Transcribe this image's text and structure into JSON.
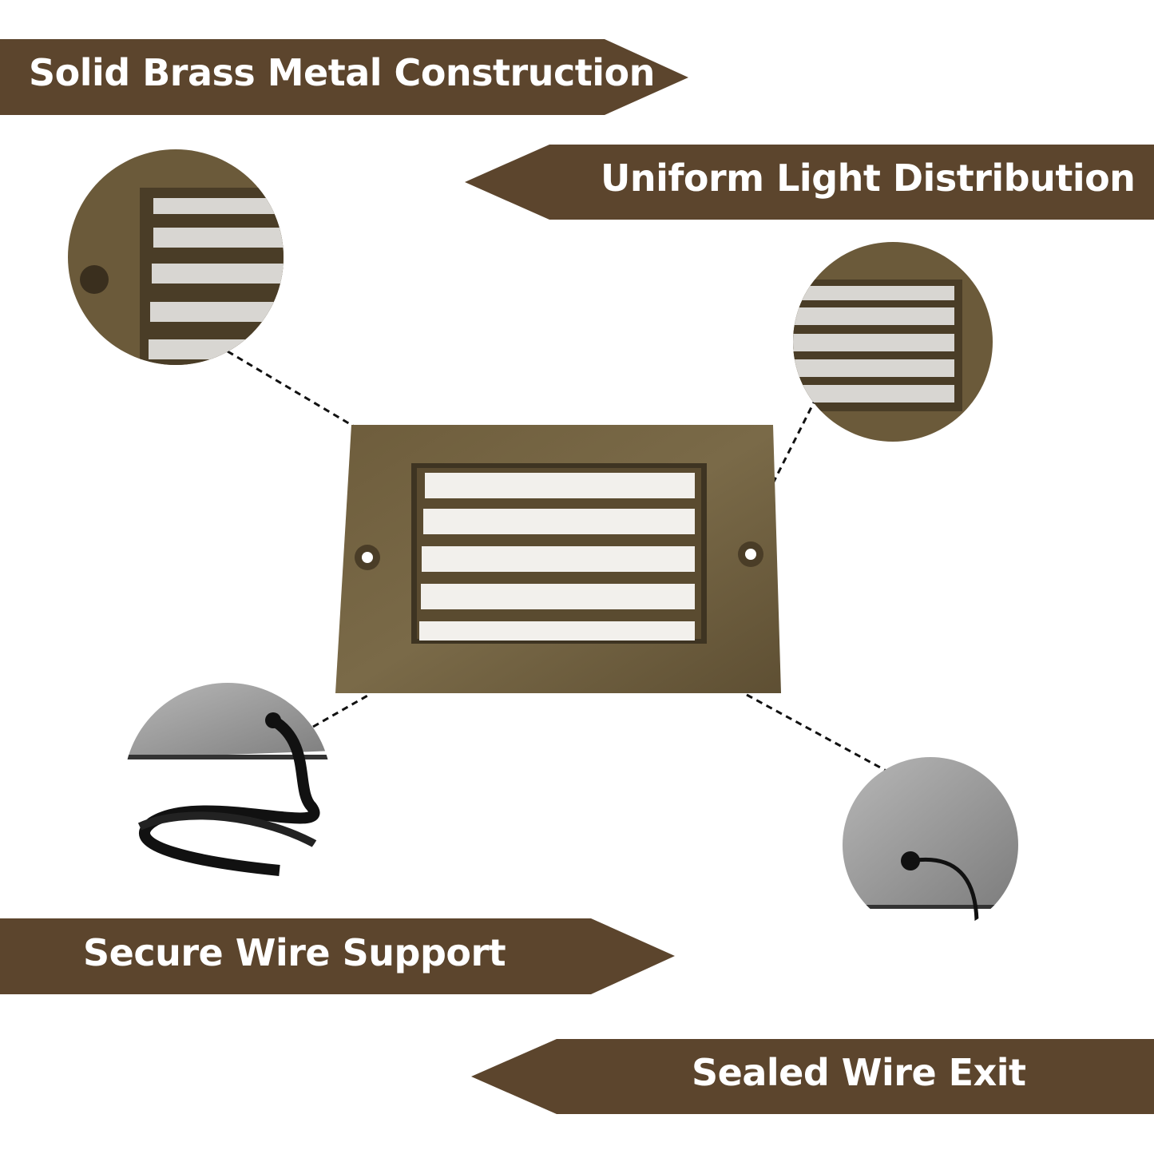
{
  "colors": {
    "banner": "#5c452d",
    "brass": "#6b5a3a",
    "diffuser": "#f2f0ec"
  },
  "banners": [
    {
      "label": "Solid Brass Metal Construction"
    },
    {
      "label": "Uniform Light Distribution"
    },
    {
      "label": "Secure Wire Support"
    },
    {
      "label": "Sealed Wire Exit"
    }
  ]
}
